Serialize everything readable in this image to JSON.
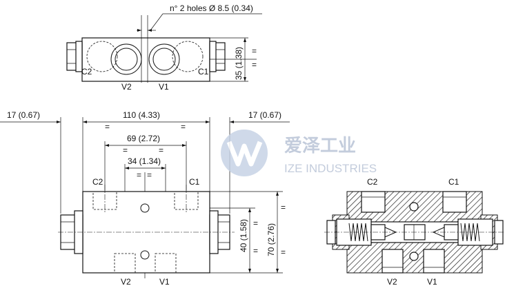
{
  "top_view": {
    "holes_note": "n° 2 holes Ø 8.5 (0.34)",
    "height_dim": "35 (1.38)",
    "port_c2": "C2",
    "port_v2": "V2",
    "port_v1": "V1",
    "port_c1": "C1"
  },
  "front_view": {
    "left_overhang": "17 (0.67)",
    "overall_length": "110 (4.33)",
    "right_overhang": "17 (0.67)",
    "port_spacing_outer": "69 (2.72)",
    "port_spacing_inner": "34 (1.34)",
    "height_partial": "40 (1.58)",
    "height_total": "70 (2.76)",
    "port_c2": "C2",
    "port_c1": "C1",
    "port_v2": "V2",
    "port_v1": "V1"
  },
  "section_view": {
    "port_c2": "C2",
    "port_c1": "C1",
    "port_v2": "V2",
    "port_v1": "V1"
  },
  "watermark": {
    "name_cn": "爱泽工业",
    "name_en": "IZE INDUSTRIES"
  }
}
